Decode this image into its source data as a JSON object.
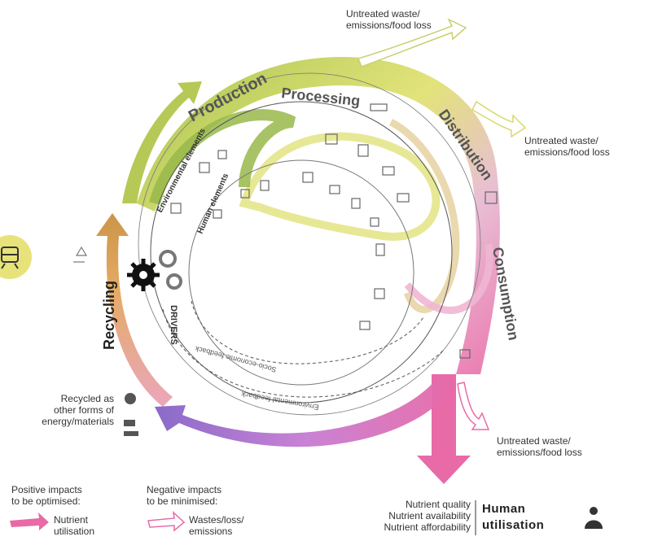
{
  "stages": {
    "production": "Production",
    "processing": "Processing",
    "distribution": "Distribution",
    "consumption": "Consumption",
    "recycling": "Recycling"
  },
  "inner": {
    "environmental_elements": "Environmental elements",
    "human_elements": "Human elements",
    "drivers": "DRIVERS",
    "socio_economic_feedback": "Socio-economic feedback",
    "environmental_feedback": "Environmental feedback"
  },
  "waste_labels": {
    "top": [
      "Untreated waste/",
      "emissions/food loss"
    ],
    "right": [
      "Untreated waste/",
      "emissions/food loss"
    ],
    "bottom": [
      "Untreated waste/",
      "emissions/food loss"
    ]
  },
  "recycled": [
    "Recycled as",
    "other forms of",
    "energy/materials"
  ],
  "human_utilisation": {
    "items": [
      "Nutrient quality",
      "Nutrient availability",
      "Nutrient affordability"
    ],
    "title": [
      "Human",
      "utilisation"
    ]
  },
  "legend": {
    "positive_title": [
      "Positive impacts",
      "to be optimised:"
    ],
    "positive_item": [
      "Nutrient",
      "utilisation"
    ],
    "negative_title": [
      "Negative impacts",
      "to be minimised:"
    ],
    "negative_item": [
      "Wastes/loss/",
      "emissions"
    ]
  },
  "colors": {
    "production": "#a8c14a",
    "processing": "#e6e88a",
    "distribution": "#d9dc63",
    "consumption": "#e97fb0",
    "recycling_start": "#c08ae0",
    "recycling_end": "#8f6fcf",
    "recycling_up": "#d6a95a",
    "badge": "#e7e37a"
  },
  "icons": [
    "gear-icon",
    "train-icon",
    "building-icon",
    "factory-icon",
    "person-icon",
    "recycle-icon"
  ]
}
